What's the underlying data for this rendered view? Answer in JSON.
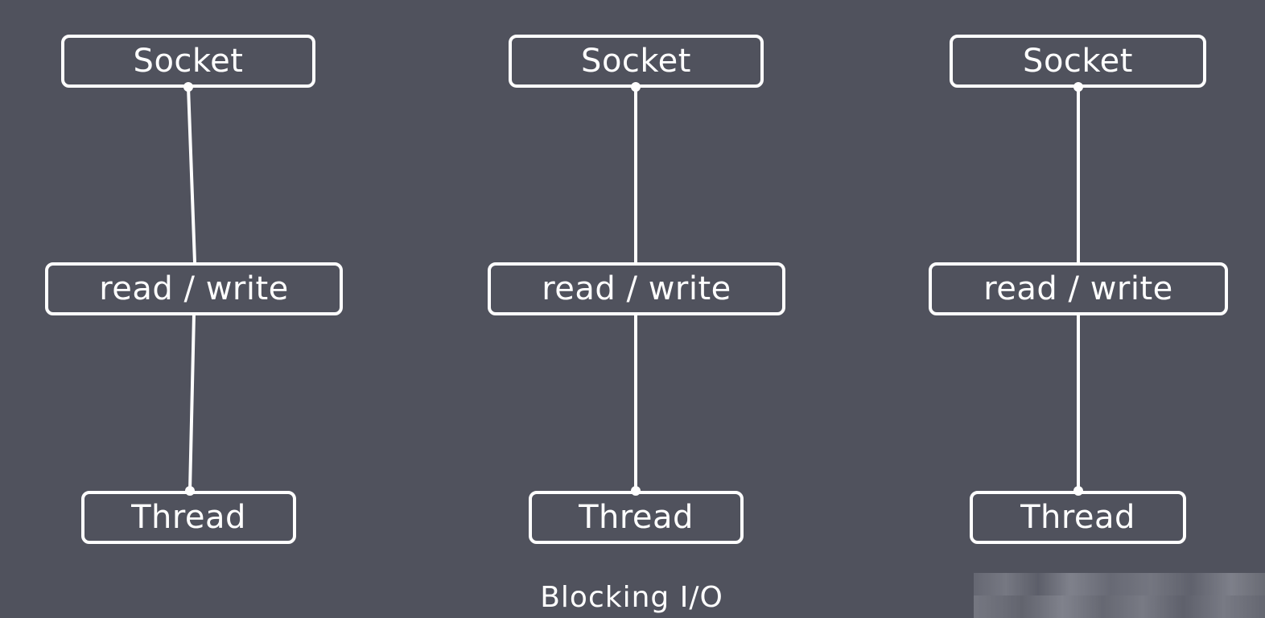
{
  "diagram": {
    "columns": [
      {
        "socket_label": "Socket",
        "io_label": "read / write",
        "thread_label": "Thread"
      },
      {
        "socket_label": "Socket",
        "io_label": "read / write",
        "thread_label": "Thread"
      },
      {
        "socket_label": "Socket",
        "io_label": "read / write",
        "thread_label": "Thread"
      }
    ],
    "caption": "Blocking I/O"
  },
  "colors": {
    "background": "#50525d",
    "foreground": "#ffffff"
  }
}
